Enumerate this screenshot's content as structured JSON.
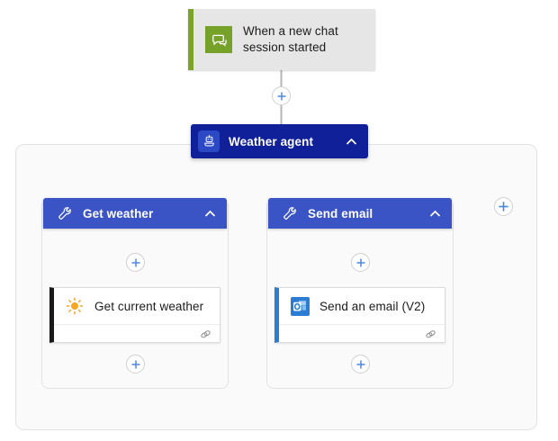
{
  "flow": {
    "trigger": {
      "label": "When a new chat session started",
      "icon": "chat-bubble-icon",
      "accent_color": "#77a22a",
      "background": "#e6e6e6"
    },
    "agent": {
      "label": "Weather agent",
      "icon": "robot-icon",
      "collapse_icon": "chevron-up-icon",
      "background": "#102099"
    },
    "branches": [
      {
        "header": {
          "label": "Get weather",
          "icon": "wrench-icon",
          "collapse_icon": "chevron-up-icon",
          "background": "#3a53c5"
        },
        "action": {
          "title": "Get current weather",
          "icon": "sun-icon",
          "stripe_color": "#1a1a1a",
          "footer_icon": "link-icon"
        }
      },
      {
        "header": {
          "label": "Send email",
          "icon": "wrench-icon",
          "collapse_icon": "chevron-up-icon",
          "background": "#3a53c5"
        },
        "action": {
          "title": "Send an email (V2)",
          "icon": "outlook-icon",
          "stripe_color": "#2b7cd3",
          "footer_icon": "link-icon"
        }
      }
    ],
    "add_buttons": {
      "icon": "plus-icon",
      "color": "#4d87d9",
      "labels": {
        "after_trigger": "+",
        "get_weather_top": "+",
        "get_weather_bottom": "+",
        "send_email_top": "+",
        "send_email_bottom": "+",
        "add_branch": "+"
      }
    }
  }
}
